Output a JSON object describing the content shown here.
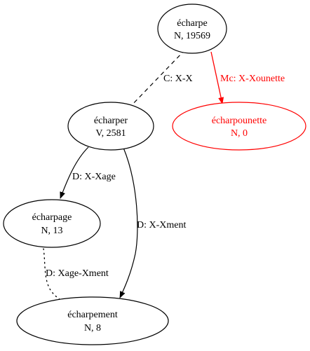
{
  "colors": {
    "default": "#000000",
    "highlight": "#ff0000"
  },
  "nodes": {
    "echarpe": {
      "word": "écharpe",
      "info": "N, 19569"
    },
    "echarper": {
      "word": "écharper",
      "info": "V, 2581"
    },
    "echarpounette": {
      "word": "écharpounette",
      "info": "N, 0"
    },
    "echarpage": {
      "word": "écharpage",
      "info": "N, 13"
    },
    "echarpement": {
      "word": "écharpement",
      "info": "N, 8"
    }
  },
  "edges": {
    "echarpe_echarper": {
      "label": "C: X-X"
    },
    "echarpe_echarpounette": {
      "label": "Mc: X-Xounette"
    },
    "echarper_echarpage": {
      "label": "D: X-Xage"
    },
    "echarper_echarpement": {
      "label": "D: X-Xment"
    },
    "echarpage_echarpement": {
      "label": "D: Xage-Xment"
    }
  }
}
